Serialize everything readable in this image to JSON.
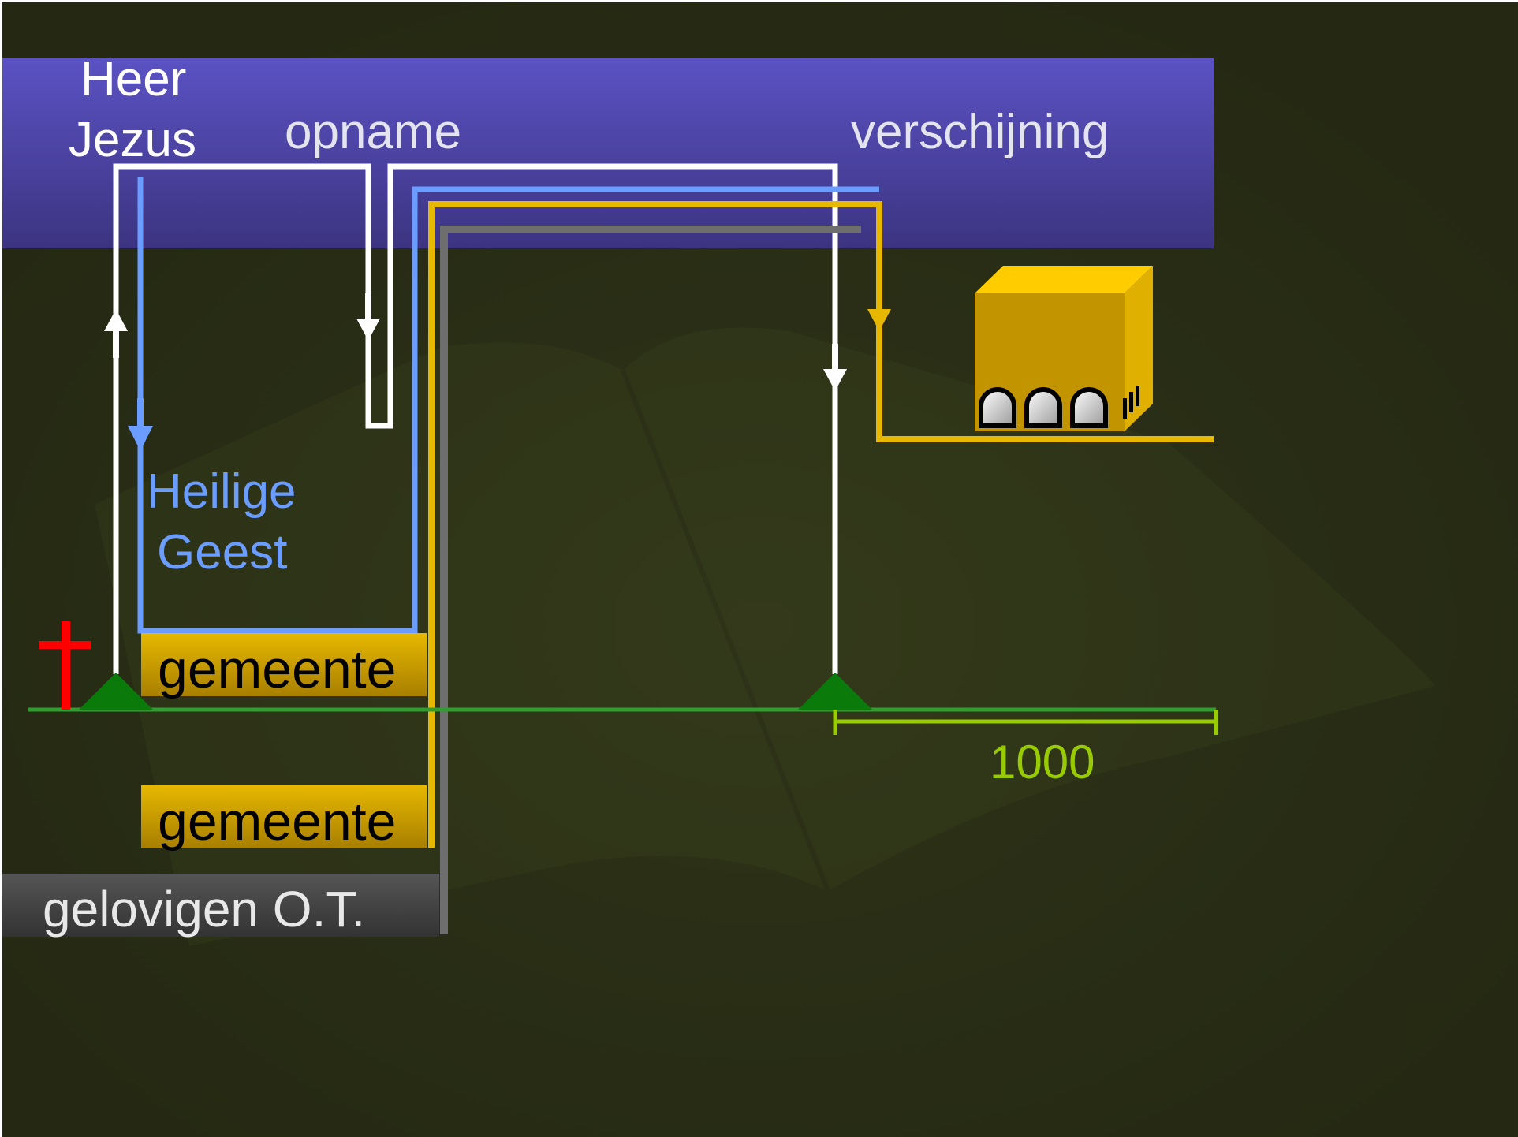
{
  "labels": {
    "heer_line1": "Heer",
    "heer_line2": "Jezus",
    "opname": "opname",
    "verschijning": "verschijning",
    "heilige_line1": "Heilige",
    "heilige_line2": "Geest",
    "gemeente_upper": "gemeente",
    "gemeente_lower": "gemeente",
    "gelovigen_ot": "gelovigen O.T.",
    "millennium": "1000"
  },
  "icons": {
    "cross": "red-cross-icon",
    "tent": "green-triangle-icon",
    "box": "golden-box-with-arches-icon"
  },
  "colors": {
    "background": "#262a14",
    "heaven_band_top": "#5b52c4",
    "heaven_band_bottom": "#3c3480",
    "lord_line": "#ffffff",
    "spirit_line": "#6b9cff",
    "church_line": "#e6b800",
    "ot_line": "#6e6e6e",
    "ground_line": "#2e9e2e",
    "millennium": "#99cc00",
    "cross": "#ff0000",
    "triangle": "#0a7a0a",
    "church_box": "#d9ad00",
    "ot_box": "#444444"
  }
}
